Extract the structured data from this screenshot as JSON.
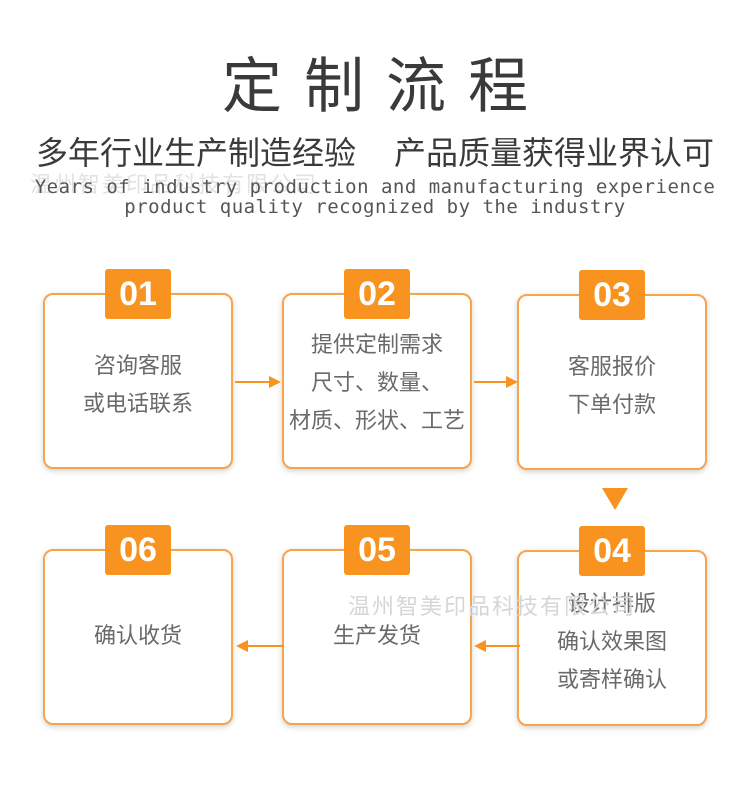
{
  "header": {
    "title": "定制流程",
    "subtitle_left": "多年行业生产制造经验",
    "subtitle_right": "产品质量获得业界认可",
    "english_line1": "Years of industry production and manufacturing experience",
    "english_line2": "product quality recognized by the industry"
  },
  "watermark": {
    "text_top": "温州智美印品科技有限公司",
    "text_mid": "温州智美印品科技有限公司"
  },
  "steps": [
    {
      "number": "01",
      "lines": [
        "咨询客服",
        "或电话联系"
      ]
    },
    {
      "number": "02",
      "lines": [
        "提供定制需求",
        "尺寸、数量、",
        "材质、形状、工艺"
      ]
    },
    {
      "number": "03",
      "lines": [
        "客服报价",
        "下单付款"
      ]
    },
    {
      "number": "04",
      "lines": [
        "设计排版",
        "确认效果图",
        "或寄样确认"
      ]
    },
    {
      "number": "05",
      "lines": [
        "生产发货"
      ]
    },
    {
      "number": "06",
      "lines": [
        "确认收货"
      ]
    }
  ],
  "colors": {
    "accent": "#f7931e",
    "border": "#f6a54a",
    "text": "#6a6a6a"
  }
}
